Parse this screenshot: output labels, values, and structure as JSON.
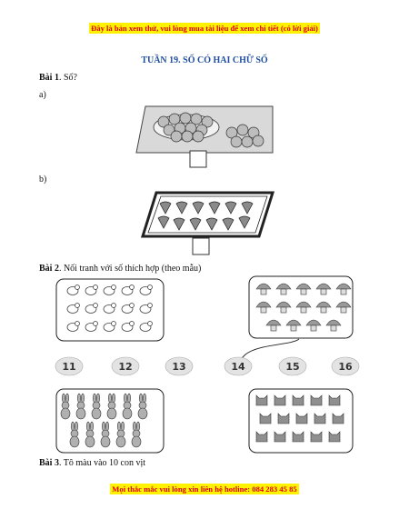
{
  "banner_top": "Đây là bản xem thử, vui lòng mua tài liệu để xem chi tiết (có lời giải)",
  "title": "TUẦN 19. SỐ CÓ HAI CHỮ SỐ",
  "bai1": {
    "label": "Bài 1",
    "text": ". Số?",
    "part_a": "a)",
    "part_b": "b)"
  },
  "bai2": {
    "label": "Bài 2",
    "text": ". Nối tranh với số thích hợp (theo mẫu)",
    "numbers": [
      "11",
      "12",
      "13",
      "14",
      "15",
      "16"
    ]
  },
  "bai3": {
    "label": "Bài 3",
    "text": ". Tô màu vào 10 con vịt"
  },
  "banner_bottom": "Mọi thắc mắc vui lòng xin liên hệ hotline: 084 283 45 85",
  "colors": {
    "banner_bg": "#fff200",
    "banner_text": "#e0001b",
    "title": "#1f4fa0"
  }
}
